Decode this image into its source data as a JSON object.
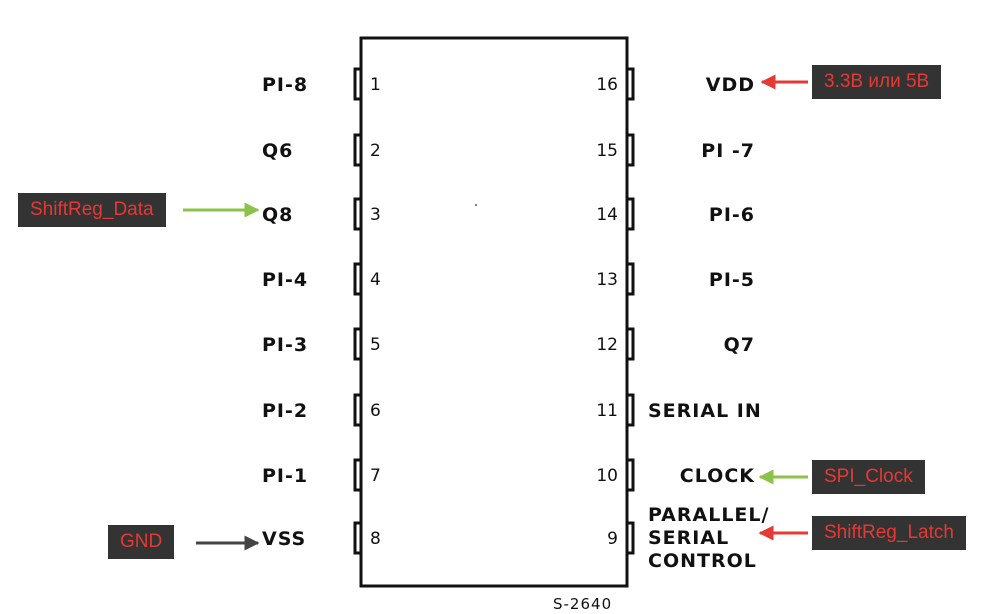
{
  "chip": {
    "part_code": "S-2640",
    "left_pins": [
      {
        "num": "1",
        "label": "PI-8"
      },
      {
        "num": "2",
        "label": "Q6"
      },
      {
        "num": "3",
        "label": "Q8"
      },
      {
        "num": "4",
        "label": "PI-4"
      },
      {
        "num": "5",
        "label": "PI-3"
      },
      {
        "num": "6",
        "label": "PI-2"
      },
      {
        "num": "7",
        "label": "PI-1"
      },
      {
        "num": "8",
        "label": "VSS"
      }
    ],
    "right_pins": [
      {
        "num": "16",
        "label": "VDD"
      },
      {
        "num": "15",
        "label": "PI -7"
      },
      {
        "num": "14",
        "label": "PI-6"
      },
      {
        "num": "13",
        "label": "PI-5"
      },
      {
        "num": "12",
        "label": "Q7"
      },
      {
        "num": "11",
        "label": "SERIAL IN"
      },
      {
        "num": "10",
        "label": "CLOCK"
      },
      {
        "num": "9",
        "label": "PARALLEL/ SERIAL CONTROL",
        "lines": [
          "PARALLEL/",
          "SERIAL",
          "CONTROL"
        ]
      }
    ]
  },
  "annotations": {
    "vdd": {
      "text": "3.3В или 5В",
      "arrow_color": "#e53935"
    },
    "data": {
      "text": "ShiftReg_Data",
      "arrow_color": "#8bc34a"
    },
    "clock": {
      "text": "SPI_Clock",
      "arrow_color": "#8bc34a"
    },
    "latch": {
      "text": "ShiftReg_Latch",
      "arrow_color": "#e53935"
    },
    "gnd": {
      "text": "GND",
      "arrow_color": "#444444"
    }
  }
}
